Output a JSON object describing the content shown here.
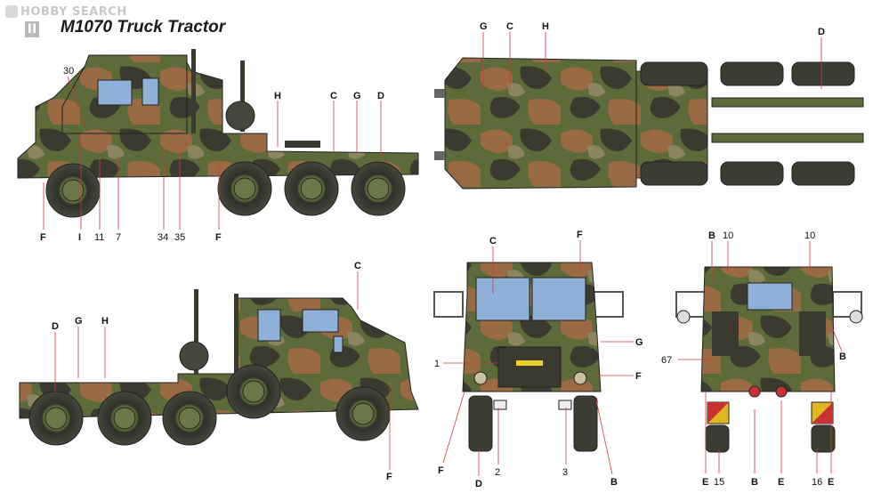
{
  "header": {
    "watermark": "HOBBY SEARCH",
    "page_number": "II",
    "title": "M1070 Truck Tractor"
  },
  "colors": {
    "camo_green": "#5d6b3a",
    "camo_brown": "#9a6a45",
    "camo_black": "#3a3a30",
    "camo_tan": "#8c8560",
    "window_blue": "#8fb0d8",
    "leader_line": "#d23a3a",
    "leader_blue": "#3a6ad2",
    "tire": "#3b3d33"
  },
  "views": {
    "left_side": {
      "labels_top": [
        "30",
        "H",
        "C",
        "G",
        "D"
      ],
      "labels_bottom": [
        "F",
        "I",
        "11",
        "7",
        "34",
        "35",
        "F"
      ]
    },
    "top": {
      "labels_top": [
        "G",
        "C",
        "H",
        "D"
      ]
    },
    "right_side": {
      "labels_top": [
        "D",
        "G",
        "H",
        "C"
      ],
      "labels_bottom": [
        "F"
      ]
    },
    "front": {
      "labels_top": [
        "C",
        "F"
      ],
      "labels_right": [
        "G",
        "F"
      ],
      "labels_left": [
        "1"
      ],
      "labels_bottom": [
        "F",
        "2",
        "3",
        "B",
        "D"
      ]
    },
    "rear": {
      "labels_top": [
        "B",
        "10",
        "10"
      ],
      "labels_left": [
        "67"
      ],
      "labels_right": [
        "B"
      ],
      "labels_bottom": [
        "E",
        "15",
        "B",
        "E",
        "16",
        "E"
      ]
    }
  }
}
